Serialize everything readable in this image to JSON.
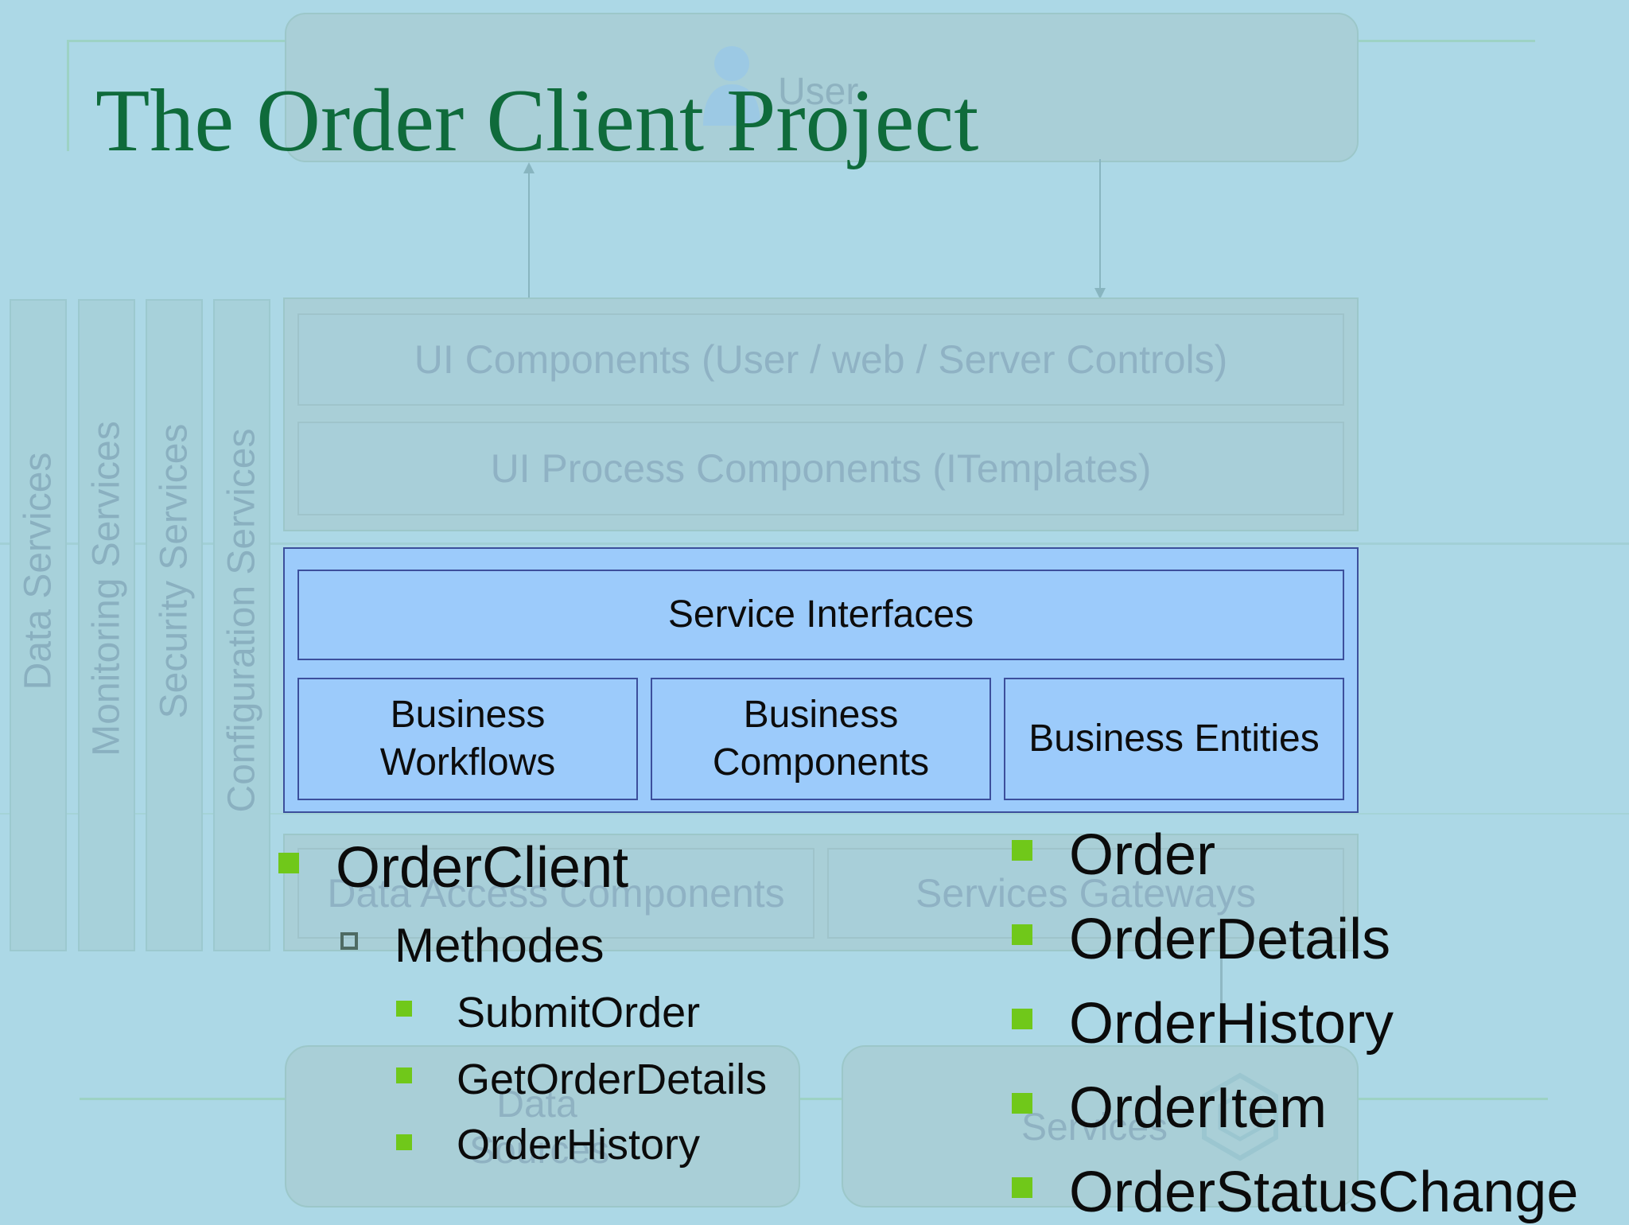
{
  "title": "The Order Client Project",
  "diagram": {
    "user": "User",
    "ui_components": "UI Components (User / web / Server Controls)",
    "ui_process": "UI Process Components (ITemplates)",
    "service_interfaces": "Service Interfaces",
    "business_workflows": "Business Workflows",
    "business_components": "Business Components",
    "business_entities": "Business Entities",
    "data_access": "Data Access Components",
    "services_gateways": "Services Gateways",
    "data_sources": "Data Sources",
    "services": "Services",
    "vertical_services": [
      "Data Services",
      "Monitoring Services",
      "Security Services",
      "Configuration Services"
    ]
  },
  "left_list": {
    "main": "OrderClient",
    "sub": "Methodes",
    "items": [
      "SubmitOrder",
      "GetOrderDetails",
      "OrderHistory"
    ]
  },
  "right_list": {
    "items": [
      "Order",
      "OrderDetails",
      "OrderHistory",
      "OrderItem",
      "OrderStatusChange"
    ]
  },
  "colors": {
    "background": "#acd8e6",
    "title": "#0f6b3b",
    "bullet": "#70c81a",
    "highlight_box": "#9ccbfb",
    "highlight_border": "#3c4f9c"
  }
}
